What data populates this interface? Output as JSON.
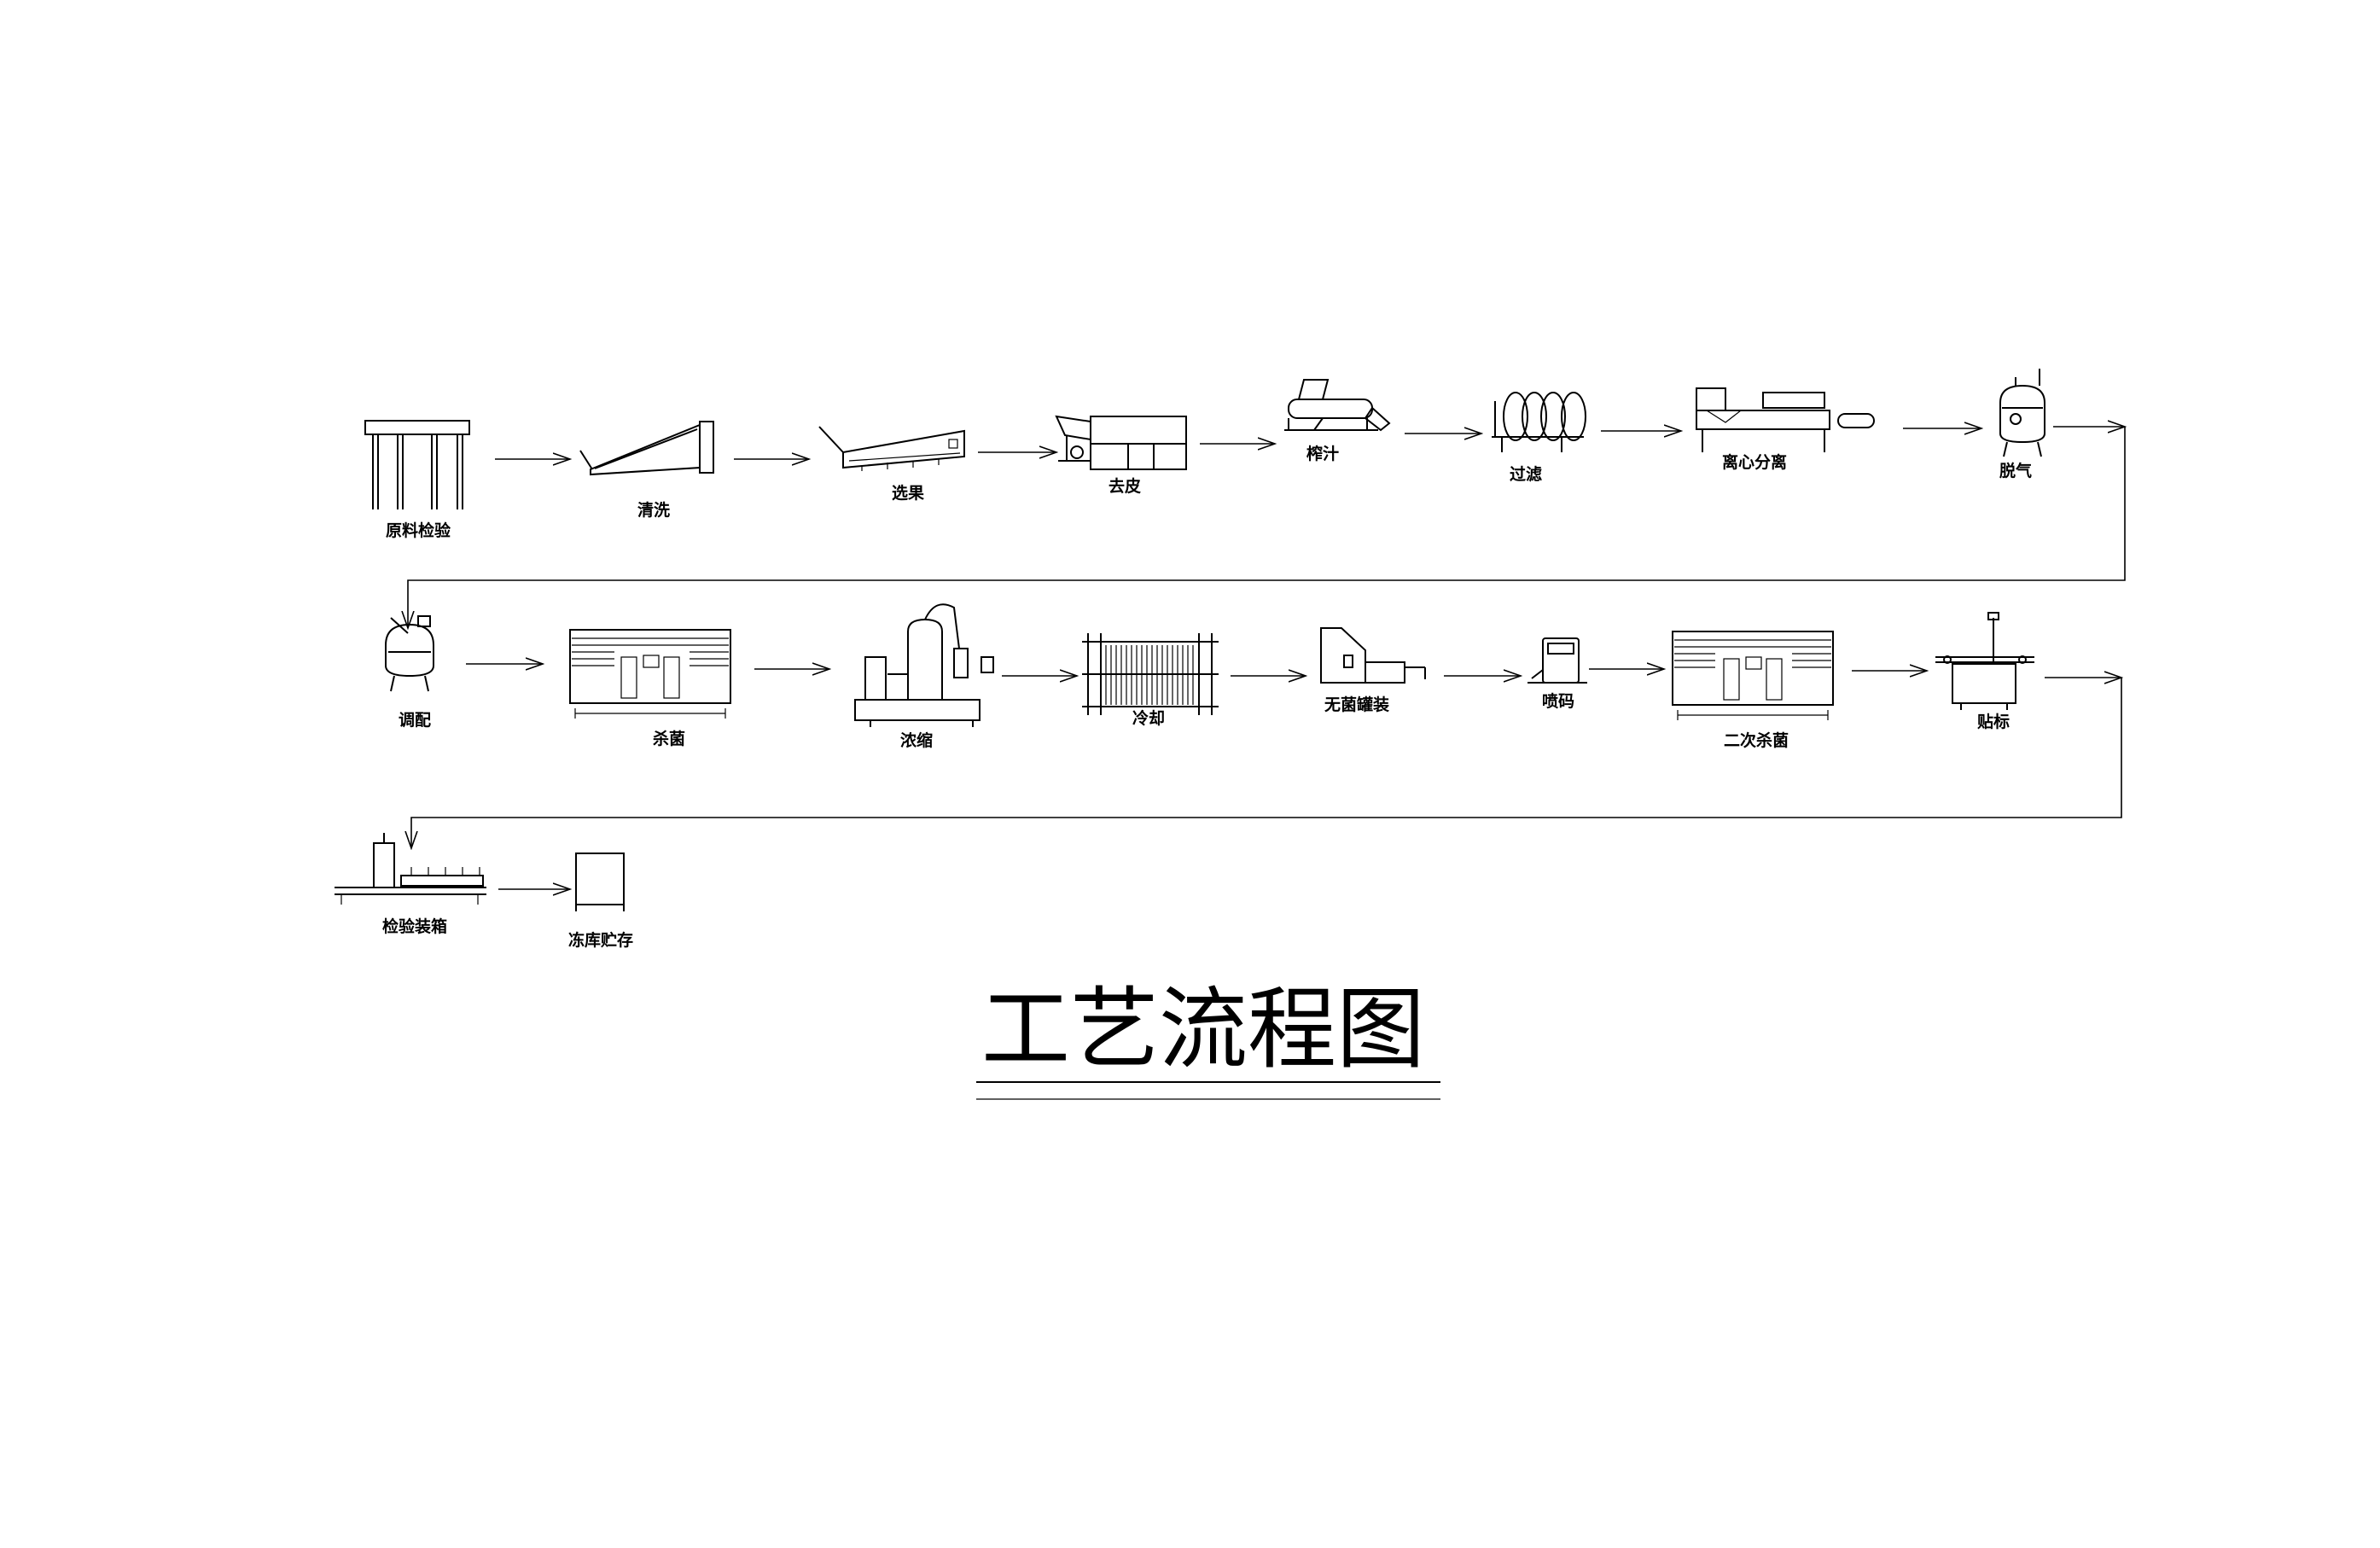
{
  "title": "工艺流程图",
  "steps": [
    {
      "id": "s1",
      "label": "原料检验"
    },
    {
      "id": "s2",
      "label": "清洗"
    },
    {
      "id": "s3",
      "label": "选果"
    },
    {
      "id": "s4",
      "label": "去皮"
    },
    {
      "id": "s5",
      "label": "榨汁"
    },
    {
      "id": "s6",
      "label": "过滤"
    },
    {
      "id": "s7",
      "label": "离心分离"
    },
    {
      "id": "s8",
      "label": "脱气"
    },
    {
      "id": "s9",
      "label": "调配"
    },
    {
      "id": "s10",
      "label": "杀菌"
    },
    {
      "id": "s11",
      "label": "浓缩"
    },
    {
      "id": "s12",
      "label": "冷却"
    },
    {
      "id": "s13",
      "label": "无菌罐装"
    },
    {
      "id": "s14",
      "label": "喷码"
    },
    {
      "id": "s15",
      "label": "二次杀菌"
    },
    {
      "id": "s16",
      "label": "贴标"
    },
    {
      "id": "s17",
      "label": "检验装箱"
    },
    {
      "id": "s18",
      "label": "冻库贮存"
    }
  ]
}
